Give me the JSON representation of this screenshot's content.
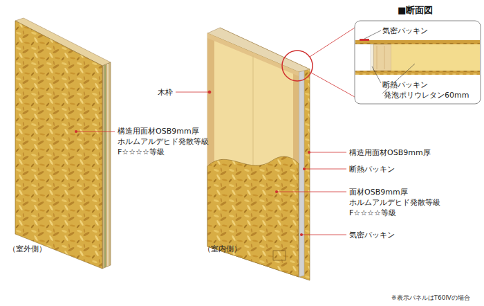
{
  "diagram": {
    "nodes": [
      {
        "text": [
          "■断面図",
          "気密パッキン",
          "断熱パッキン",
          "発泡ポリウレタン60mm"
        ]
      }
    ],
    "labels": [
      "構造用面材OSB9mm厚 ホルムアルデヒド発散等級 F☆☆☆☆等級",
      "（室外側）",
      "木枠",
      "構造用面材OSB9mm厚",
      "断熱パッキン",
      "面材OSB9mm厚 ホルムアルデヒド発散等級 F☆☆☆☆等級",
      "気密パッキン",
      "（室内側）",
      "※表示パネルはT60Ⅳの場合"
    ]
  }
}
